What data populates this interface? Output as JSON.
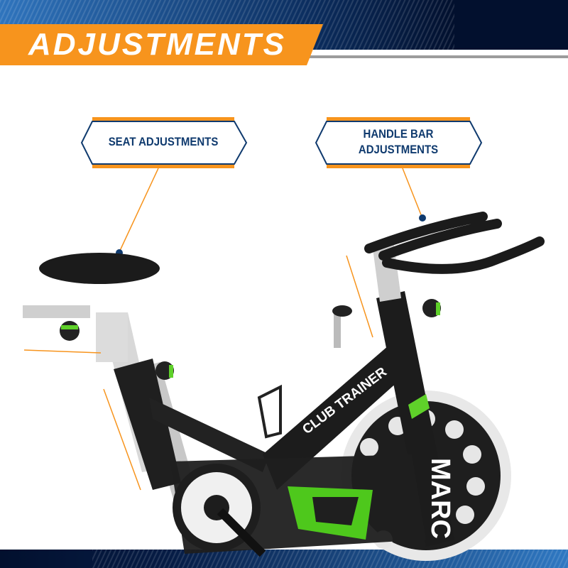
{
  "header": {
    "title": "ADJUSTMENTS"
  },
  "callouts": [
    {
      "label": "SEAT  ADJUSTMENTS"
    },
    {
      "label_line1": "HANDLE BAR",
      "label_line2": "ADJUSTMENTS"
    }
  ],
  "product": {
    "frame_text": "CLUB TRAINER",
    "brand_text": "MARC"
  },
  "colors": {
    "orange": "#f7941d",
    "navy": "#0f3a6e",
    "dark": "#02102e",
    "blue": "#2a6fb5",
    "green": "#5fd12a"
  }
}
